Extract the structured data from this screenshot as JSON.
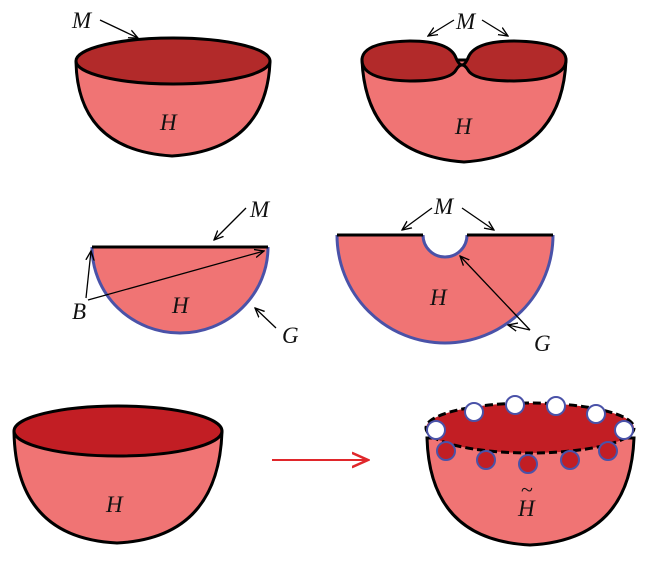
{
  "colors": {
    "body_fill": "#f07474",
    "top_fill": "#b22a2a",
    "top_fill_bottom": "#c21e24",
    "outline": "#000000",
    "boundary_g": "#4a52a8",
    "transform_arrow": "#e0272b"
  },
  "labels": {
    "m": "M",
    "h": "H",
    "b": "B",
    "g": "G",
    "h_tilde_base": "H",
    "h_tilde_accent": "~"
  }
}
